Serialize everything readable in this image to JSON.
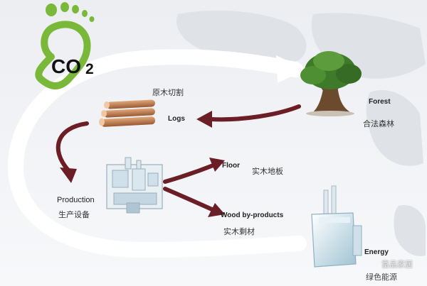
{
  "colors": {
    "footprint_green": "#7ab83a",
    "arrow_brown": "#6b1e26",
    "cycle_white": "#ffffff",
    "map_gray": "#e2e4e8"
  },
  "icons": [
    "footprint-icon",
    "tree-icon",
    "logs-icon",
    "factory-icon",
    "power-plant-icon"
  ],
  "logo": {
    "co2_main": "CO",
    "co2_sub": "2"
  },
  "nodes": {
    "forest": {
      "en": "Forest",
      "cn": "合法森林"
    },
    "logs": {
      "en": "Logs",
      "cn": "原木切割"
    },
    "production": {
      "en": "Production",
      "cn": "生产设备"
    },
    "floor": {
      "en": "Floor",
      "cn": "实木地板"
    },
    "byproducts": {
      "en": "Wood by-products",
      "cn": "实木剩材"
    },
    "energy": {
      "en": "Energy"
    }
  },
  "watermark": {
    "line1": "富品家居",
    "line2": "绿色能源"
  }
}
